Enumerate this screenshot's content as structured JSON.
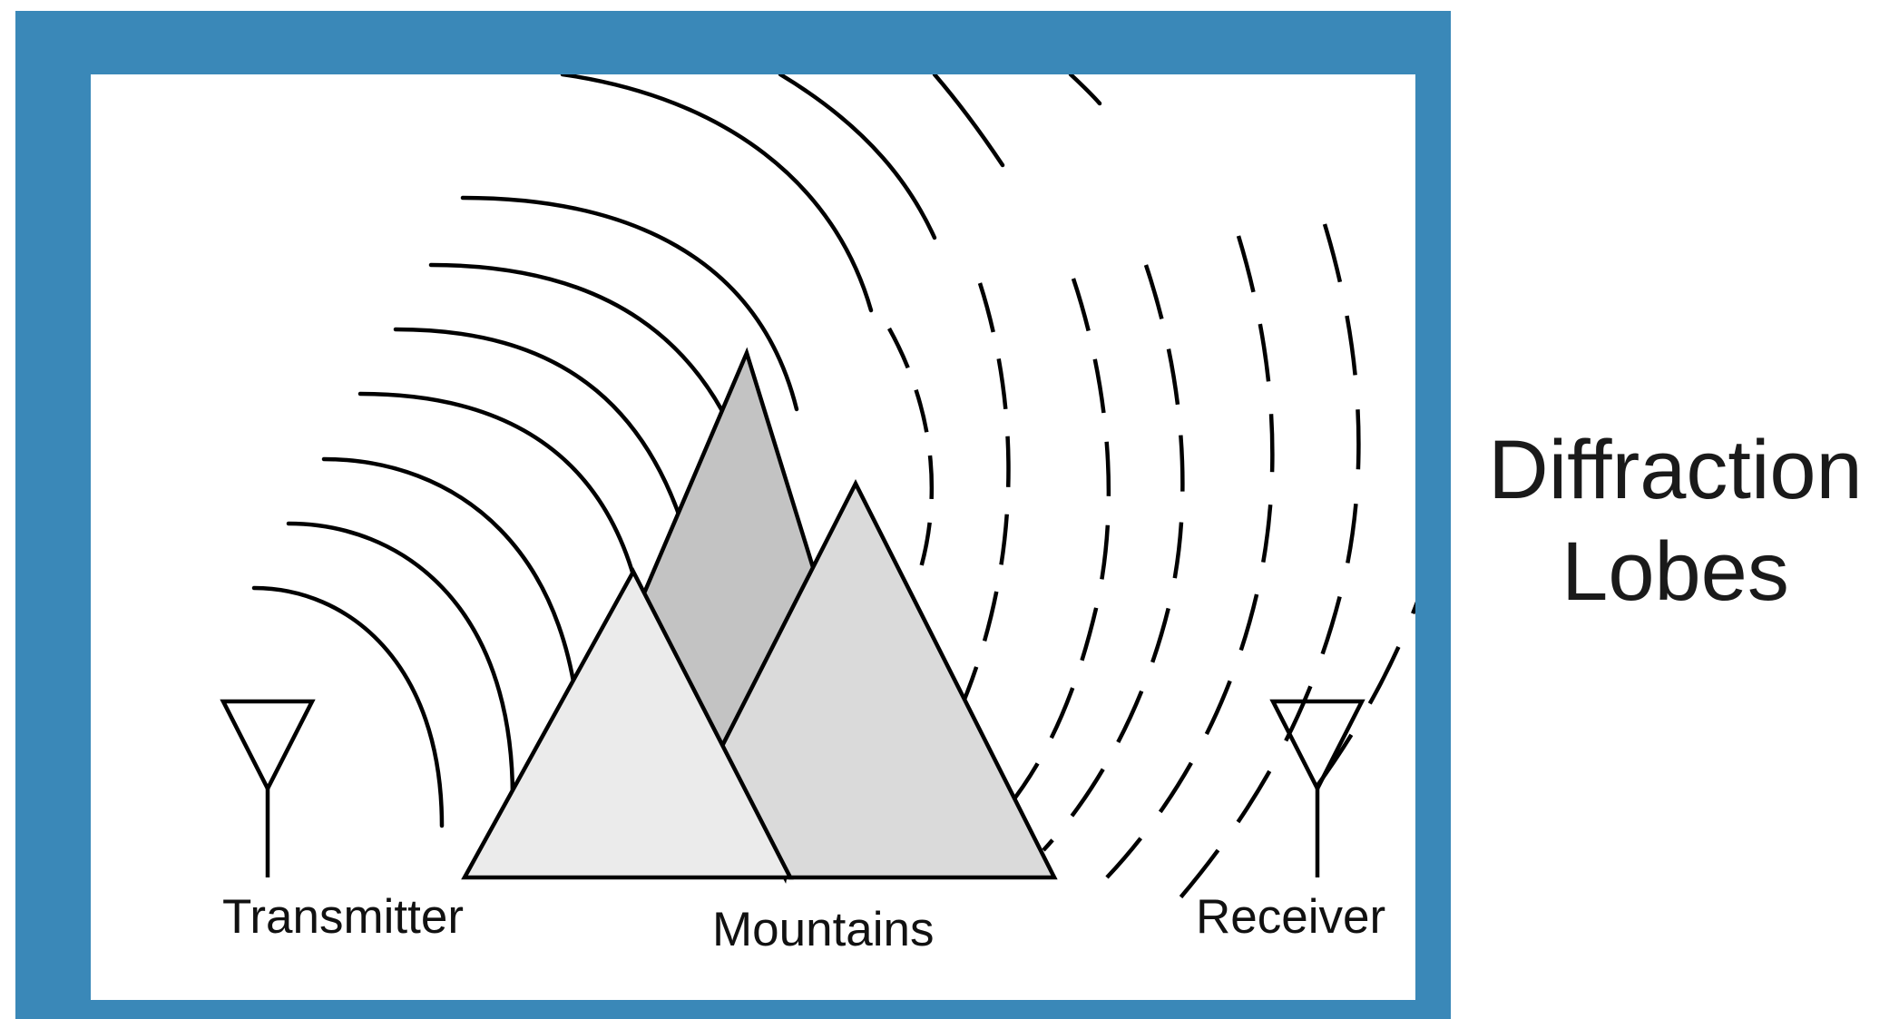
{
  "slide": {
    "title_line1": "Diffraction",
    "title_line2": "Lobes",
    "frame_color": "#3a88b8"
  },
  "diagram": {
    "transmitter_label": "Transmitter",
    "mountains_label": "Mountains",
    "receiver_label": "Receiver",
    "mountain_colors": {
      "back": "#c3c3c3",
      "right": "#dadada",
      "front": "#ebebeb"
    }
  }
}
